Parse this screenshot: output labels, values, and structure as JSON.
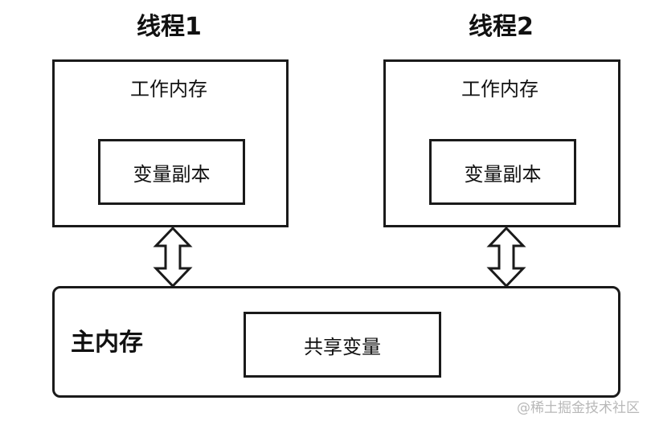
{
  "threads": [
    {
      "title": "线程1",
      "working_memory": "工作内存",
      "variable_copy": "变量副本"
    },
    {
      "title": "线程2",
      "working_memory": "工作内存",
      "variable_copy": "变量副本"
    }
  ],
  "main_memory": {
    "label": "主内存",
    "shared_variable": "共享变量"
  },
  "watermark": "@稀土掘金技术社区",
  "colors": {
    "stroke": "#1a1a1a",
    "text": "#111111",
    "watermark": "#b8b8b8"
  }
}
